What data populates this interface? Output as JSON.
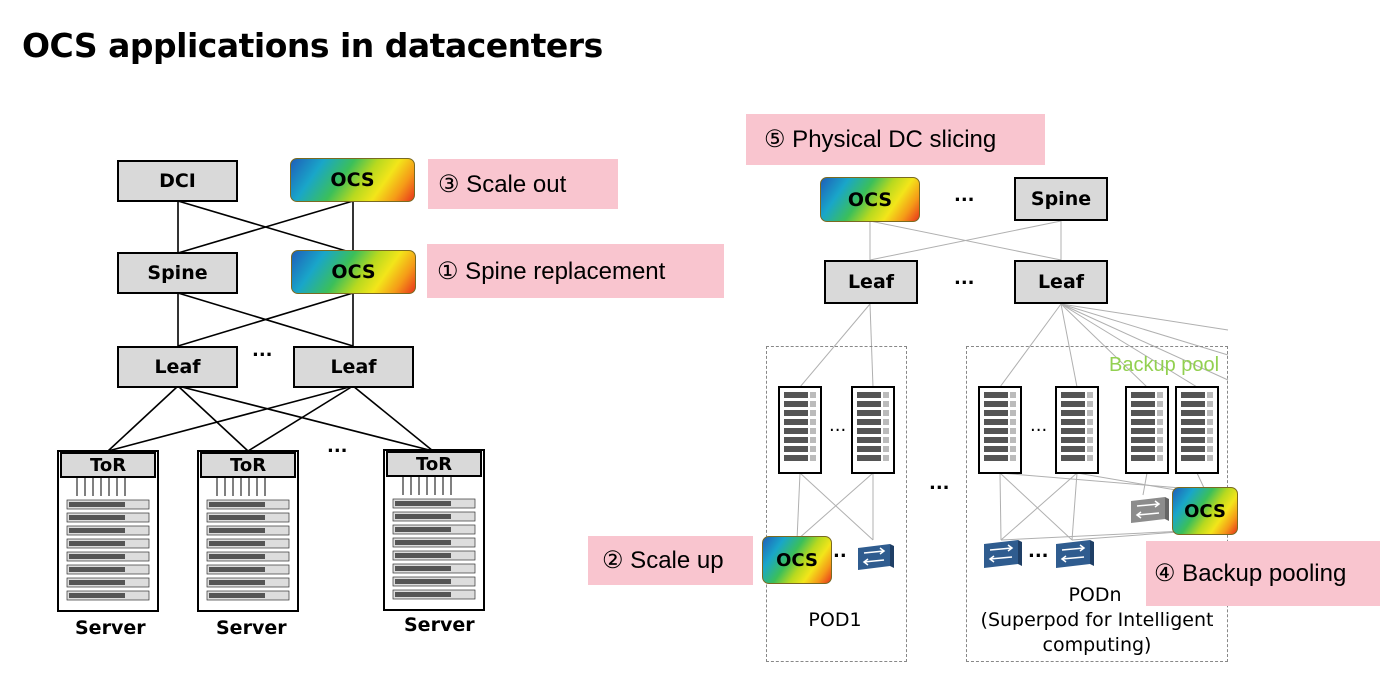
{
  "title": "OCS applications in datacenters",
  "left_diagram": {
    "dci": "DCI",
    "ocs_top": "OCS",
    "spine": "Spine",
    "ocs_mid": "OCS",
    "leaf_1": "Leaf",
    "leaf_2": "Leaf",
    "tor_1": "ToR",
    "tor_2": "ToR",
    "tor_3": "ToR",
    "server_1": "Server",
    "server_2": "Server",
    "server_3": "Server",
    "ellipsis_leaf": "...",
    "ellipsis_tor": "..."
  },
  "right_diagram": {
    "ocs_top": "OCS",
    "spine": "Spine",
    "leaf_1": "Leaf",
    "leaf_2": "Leaf",
    "ellipsis_spine": "...",
    "ellipsis_leaf": "...",
    "ellipsis_pods": "...",
    "ellipsis_pod1_servers": "...",
    "ellipsis_podn_servers": "...",
    "ellipsis_pod1_switch": "..",
    "ellipsis_podn_switch": "...",
    "ocs_pod1": "OCS",
    "ocs_podn": "OCS",
    "backup_pool": "Backup pool",
    "pod1_label": "POD1",
    "podn_label": "PODn",
    "podn_sub_1": "(Superpod for Intelligent",
    "podn_sub_2": "computing)"
  },
  "callouts": {
    "scale_out": "③ Scale out",
    "spine_replacement": "① Spine replacement",
    "physical_dc_slicing": "⑤ Physical DC slicing",
    "scale_up": "② Scale up",
    "backup_pooling": "④ Backup pooling"
  },
  "colors": {
    "callout_bg": "#f9c5cf",
    "node_bg": "#d9d9d9",
    "backup_pool_text": "#92d050",
    "switch_blue": "#2f5c8f"
  }
}
